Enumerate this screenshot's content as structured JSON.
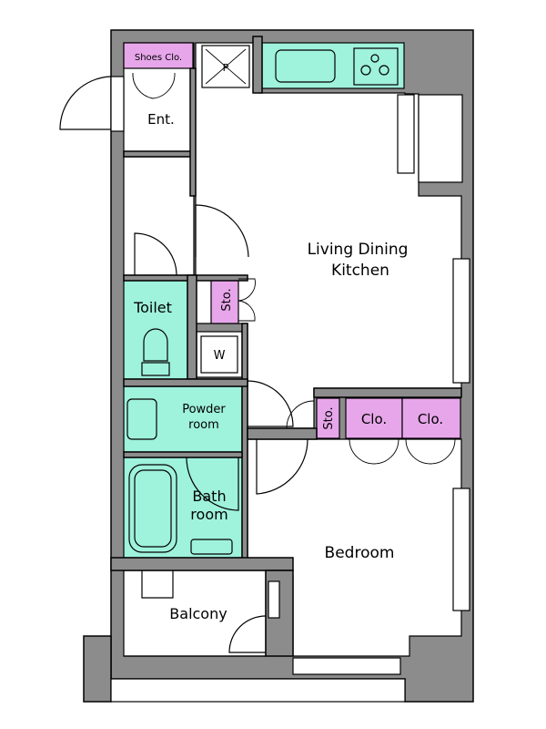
{
  "rooms": {
    "ldk_line1": "Living Dining",
    "ldk_line2": "Kitchen",
    "bedroom": "Bedroom",
    "entrance": "Ent.",
    "toilet": "Toilet",
    "powder_line1": "Powder",
    "powder_line2": "room",
    "bath_line1": "Bath",
    "bath_line2": "room",
    "balcony": "Balcony"
  },
  "storage": {
    "shoes_closet": "Shoes Clo.",
    "storage_ldk": "Sto.",
    "storage_bedroom": "Sto.",
    "closet_1": "Clo.",
    "closet_2": "Clo."
  },
  "fixtures": {
    "washer": "W",
    "pipe_space": "P"
  },
  "colors": {
    "wall": "#8c8c8c",
    "wet_area": "#9ff2dc",
    "storage": "#e7a6ea"
  }
}
